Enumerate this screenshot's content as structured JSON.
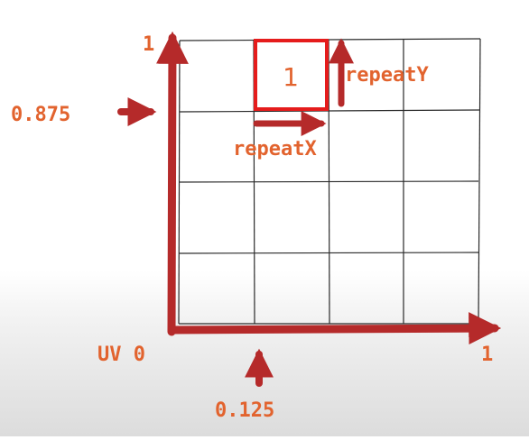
{
  "diagram": {
    "labels": {
      "y_axis_max": "1",
      "x_axis_max": "1",
      "origin": "UV 0",
      "offset_y": "0.875",
      "offset_x": "0.125",
      "tile_label": "1",
      "repeat_x": "repeatX",
      "repeat_y": "repeatY"
    },
    "grid": {
      "rows": 4,
      "columns": 4
    },
    "colors": {
      "axis": "#b52a2a",
      "label": "#e2632e",
      "tile": "#e51c1c",
      "grid": "#2a2a2a"
    }
  }
}
